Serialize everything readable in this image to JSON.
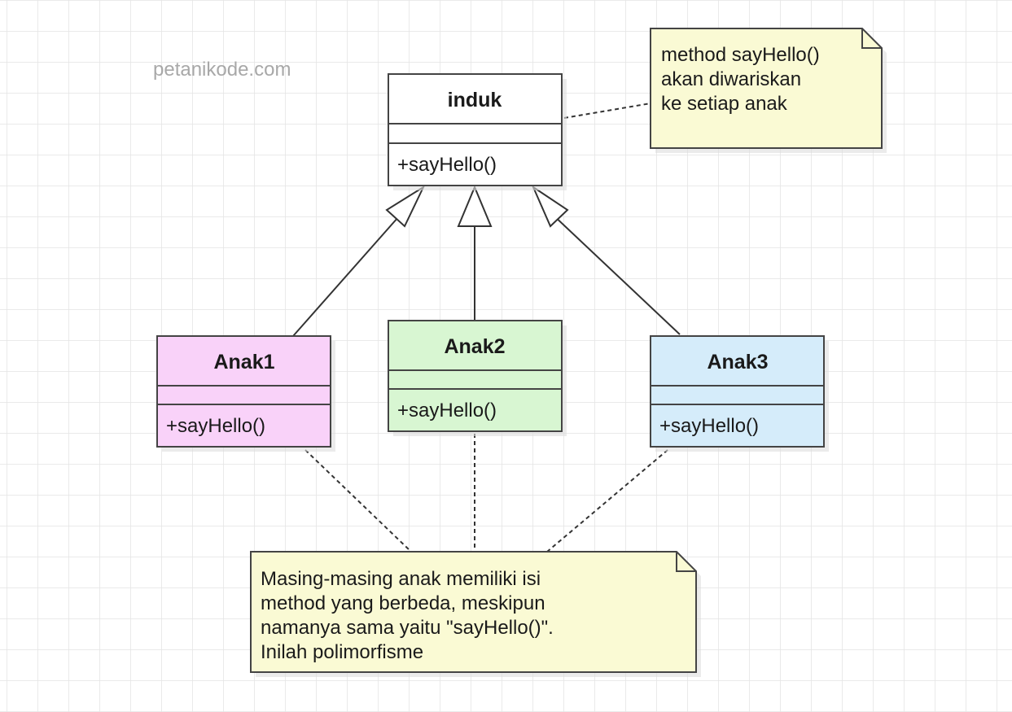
{
  "watermark": "petanikode.com",
  "classes": {
    "parent": {
      "name": "induk",
      "method": "+sayHello()",
      "fill": "#ffffff"
    },
    "child1": {
      "name": "Anak1",
      "method": "+sayHello()",
      "fill": "#f9d2f9"
    },
    "child2": {
      "name": "Anak2",
      "method": "+sayHello()",
      "fill": "#d8f6d2"
    },
    "child3": {
      "name": "Anak3",
      "method": "+sayHello()",
      "fill": "#d5ecfa"
    }
  },
  "notes": {
    "top": {
      "lines": [
        "method sayHello()",
        "akan diwariskan",
        "ke setiap anak"
      ],
      "fill": "#fafad4"
    },
    "bottom": {
      "lines": [
        "Masing-masing anak memiliki isi",
        "method yang berbeda, meskipun",
        "namanya sama yaitu \"sayHello()\".",
        "Inilah polimorfisme"
      ],
      "fill": "#fafad4"
    }
  }
}
